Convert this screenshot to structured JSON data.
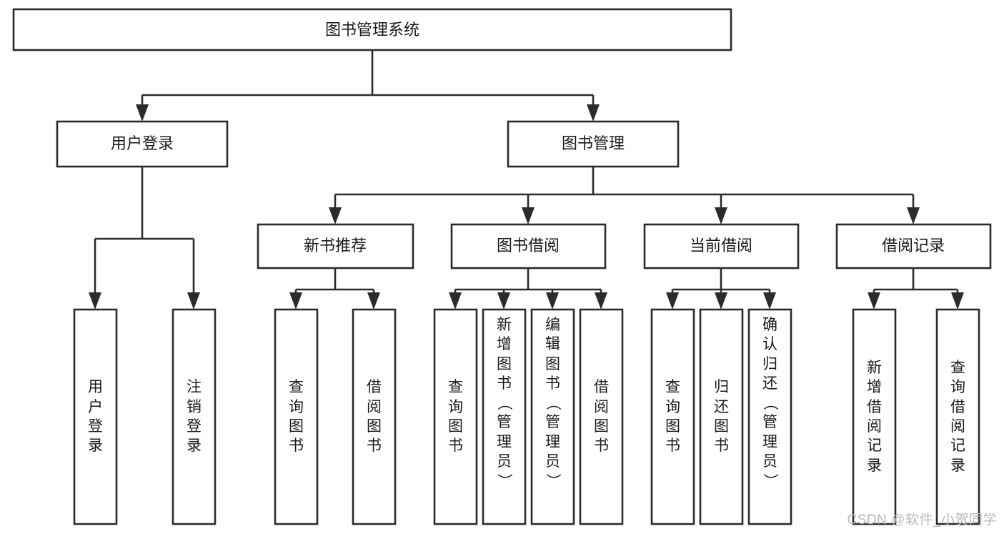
{
  "diagram": {
    "title": "图书管理系统",
    "type": "tree",
    "background_color": "#ffffff",
    "line_color": "#2b2b2b",
    "text_color": "#1a1a1a",
    "watermark": "CSDN @软件_小贺同学",
    "levels": {
      "root": {
        "label": "图书管理系统"
      },
      "level2": [
        {
          "label": "用户登录"
        },
        {
          "label": "图书管理"
        }
      ],
      "level3": [
        {
          "label": "新书推荐"
        },
        {
          "label": "图书借阅"
        },
        {
          "label": "当前借阅"
        },
        {
          "label": "借阅记录"
        }
      ],
      "leaves": [
        {
          "label": "用户登录",
          "parent": "用户登录"
        },
        {
          "label": "注销登录",
          "parent": "用户登录"
        },
        {
          "label": "查询图书",
          "parent": "新书推荐"
        },
        {
          "label": "借阅图书",
          "parent": "新书推荐"
        },
        {
          "label": "查询图书",
          "parent": "图书借阅"
        },
        {
          "label": "新增图书（管理员）",
          "parent": "图书借阅"
        },
        {
          "label": "编辑图书（管理员）",
          "parent": "图书借阅"
        },
        {
          "label": "借阅图书",
          "parent": "图书借阅"
        },
        {
          "label": "查询图书",
          "parent": "当前借阅"
        },
        {
          "label": "归还图书",
          "parent": "当前借阅"
        },
        {
          "label": "确认归还（管理员）",
          "parent": "当前借阅"
        },
        {
          "label": "新增借阅记录",
          "parent": "借阅记录"
        },
        {
          "label": "查询借阅记录",
          "parent": "借阅记录"
        }
      ]
    }
  }
}
